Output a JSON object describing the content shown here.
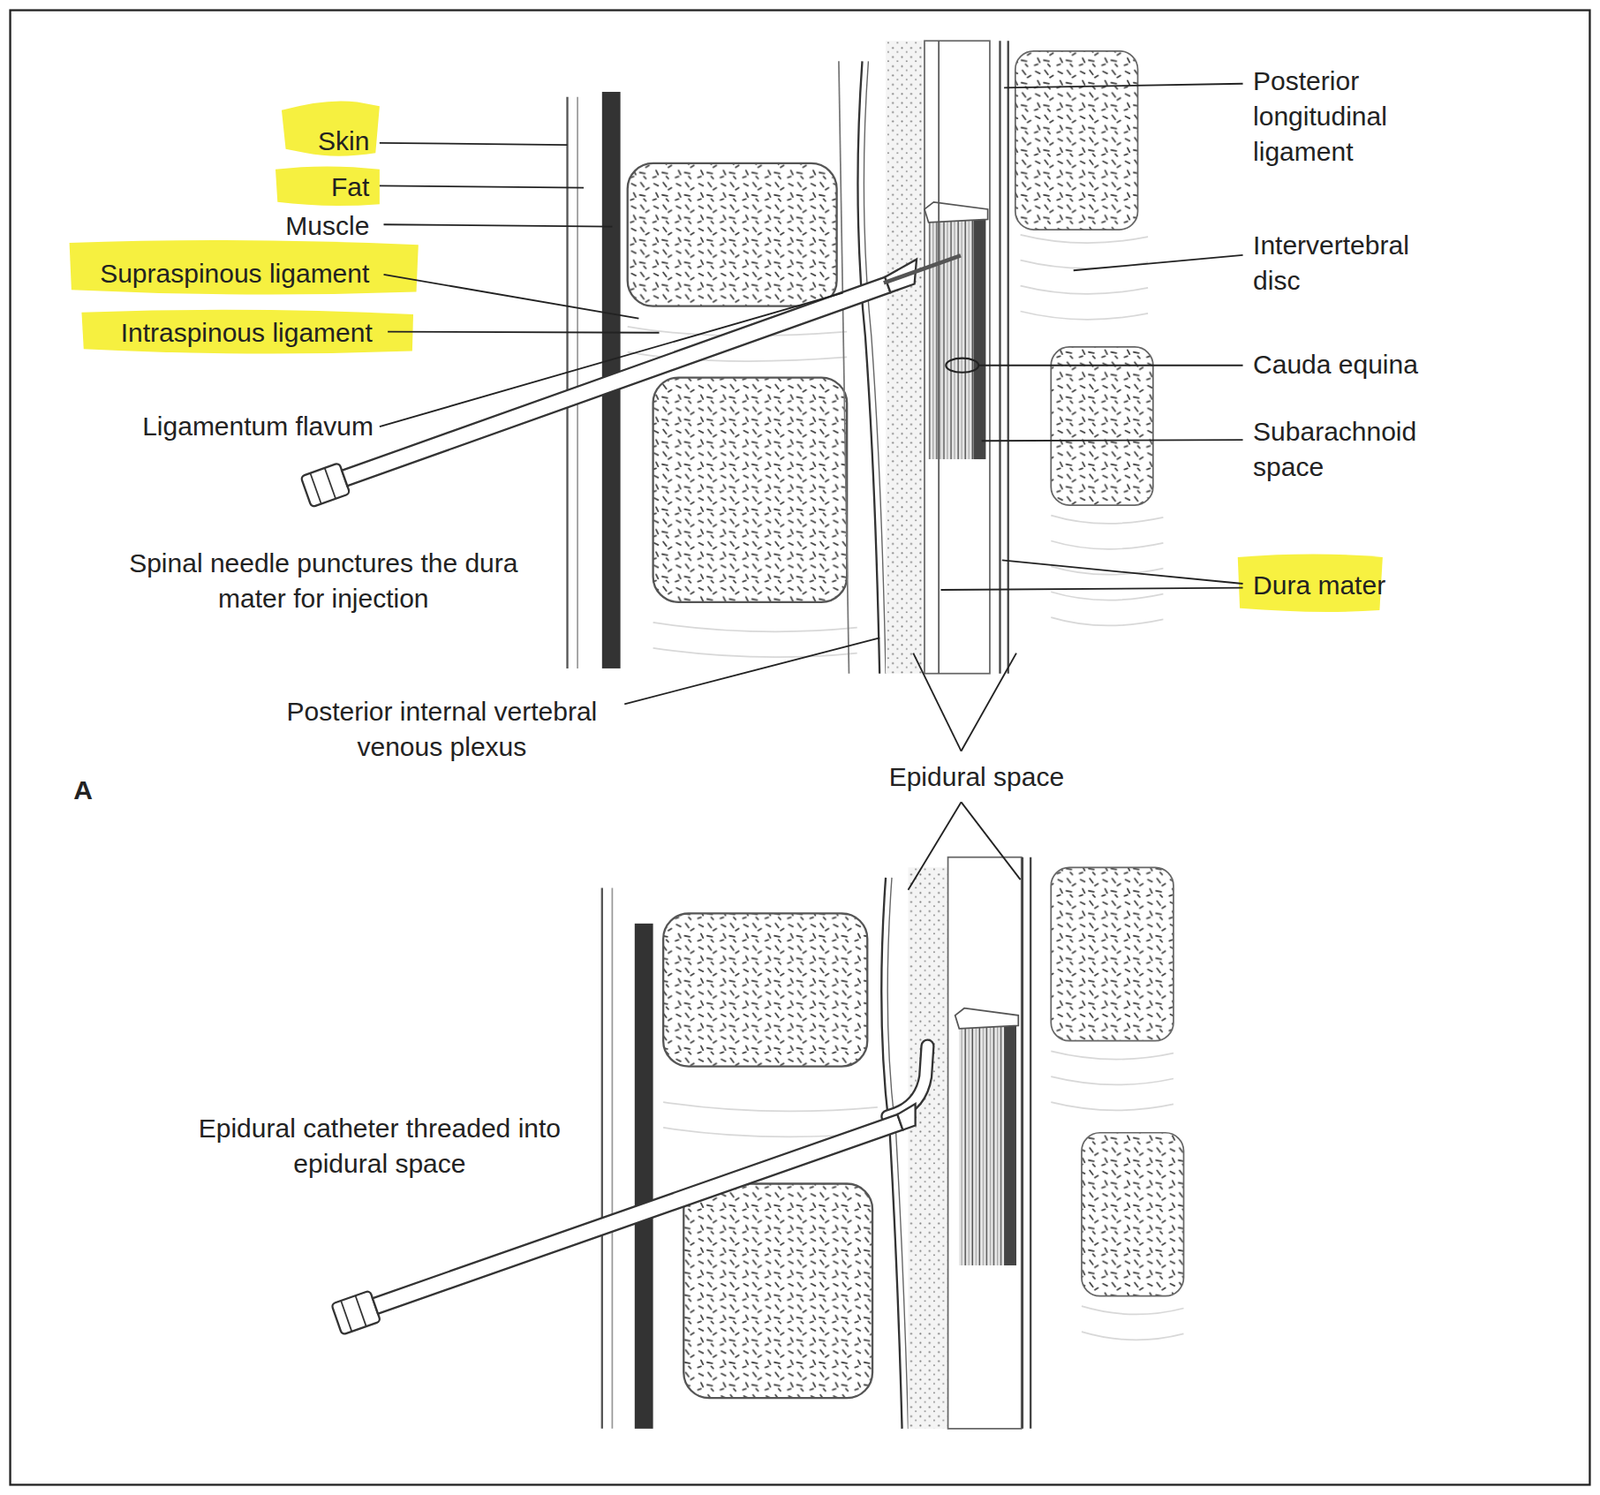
{
  "diagram": {
    "labels": [
      "Posterior longitudinal ligament",
      "Skin",
      "Fat",
      "Muscle",
      "Intervertebral disc",
      "Supraspinous ligament",
      "Intraspinous ligament",
      "Cauda equina",
      "Ligamentum flavum",
      "Subarachnoid space",
      "Spinal needle punctures the dura mater for injection",
      "Dura mater",
      "Posterior internal vertebral venous plexus",
      "A",
      "Epidural space",
      "Epidural catheter threaded into epidural space"
    ]
  }
}
